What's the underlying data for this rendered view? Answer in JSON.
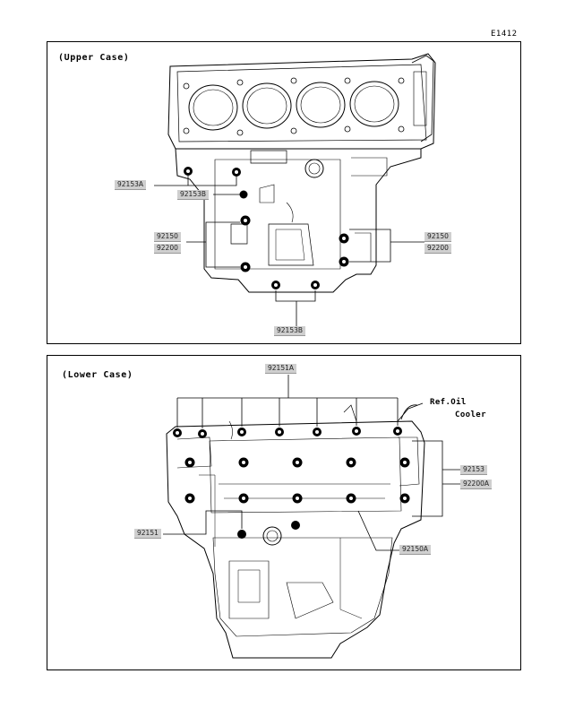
{
  "doc_id": "E1412",
  "upper": {
    "title": "(Upper Case)",
    "labels": {
      "p92153A": "92153A",
      "p92153B_a": "92153B",
      "p92150_left": "92150",
      "p92200_left": "92200",
      "p92150_right": "92150",
      "p92200_right": "92200",
      "p92153B_b": "92153B"
    }
  },
  "lower": {
    "title": "(Lower Case)",
    "labels": {
      "p92151A": "92151A",
      "p92153": "92153",
      "p92200A": "92200A",
      "p92151": "92151",
      "p92150A": "92150A"
    },
    "callout_line1": "Ref.Oil",
    "callout_line2": "Cooler"
  }
}
